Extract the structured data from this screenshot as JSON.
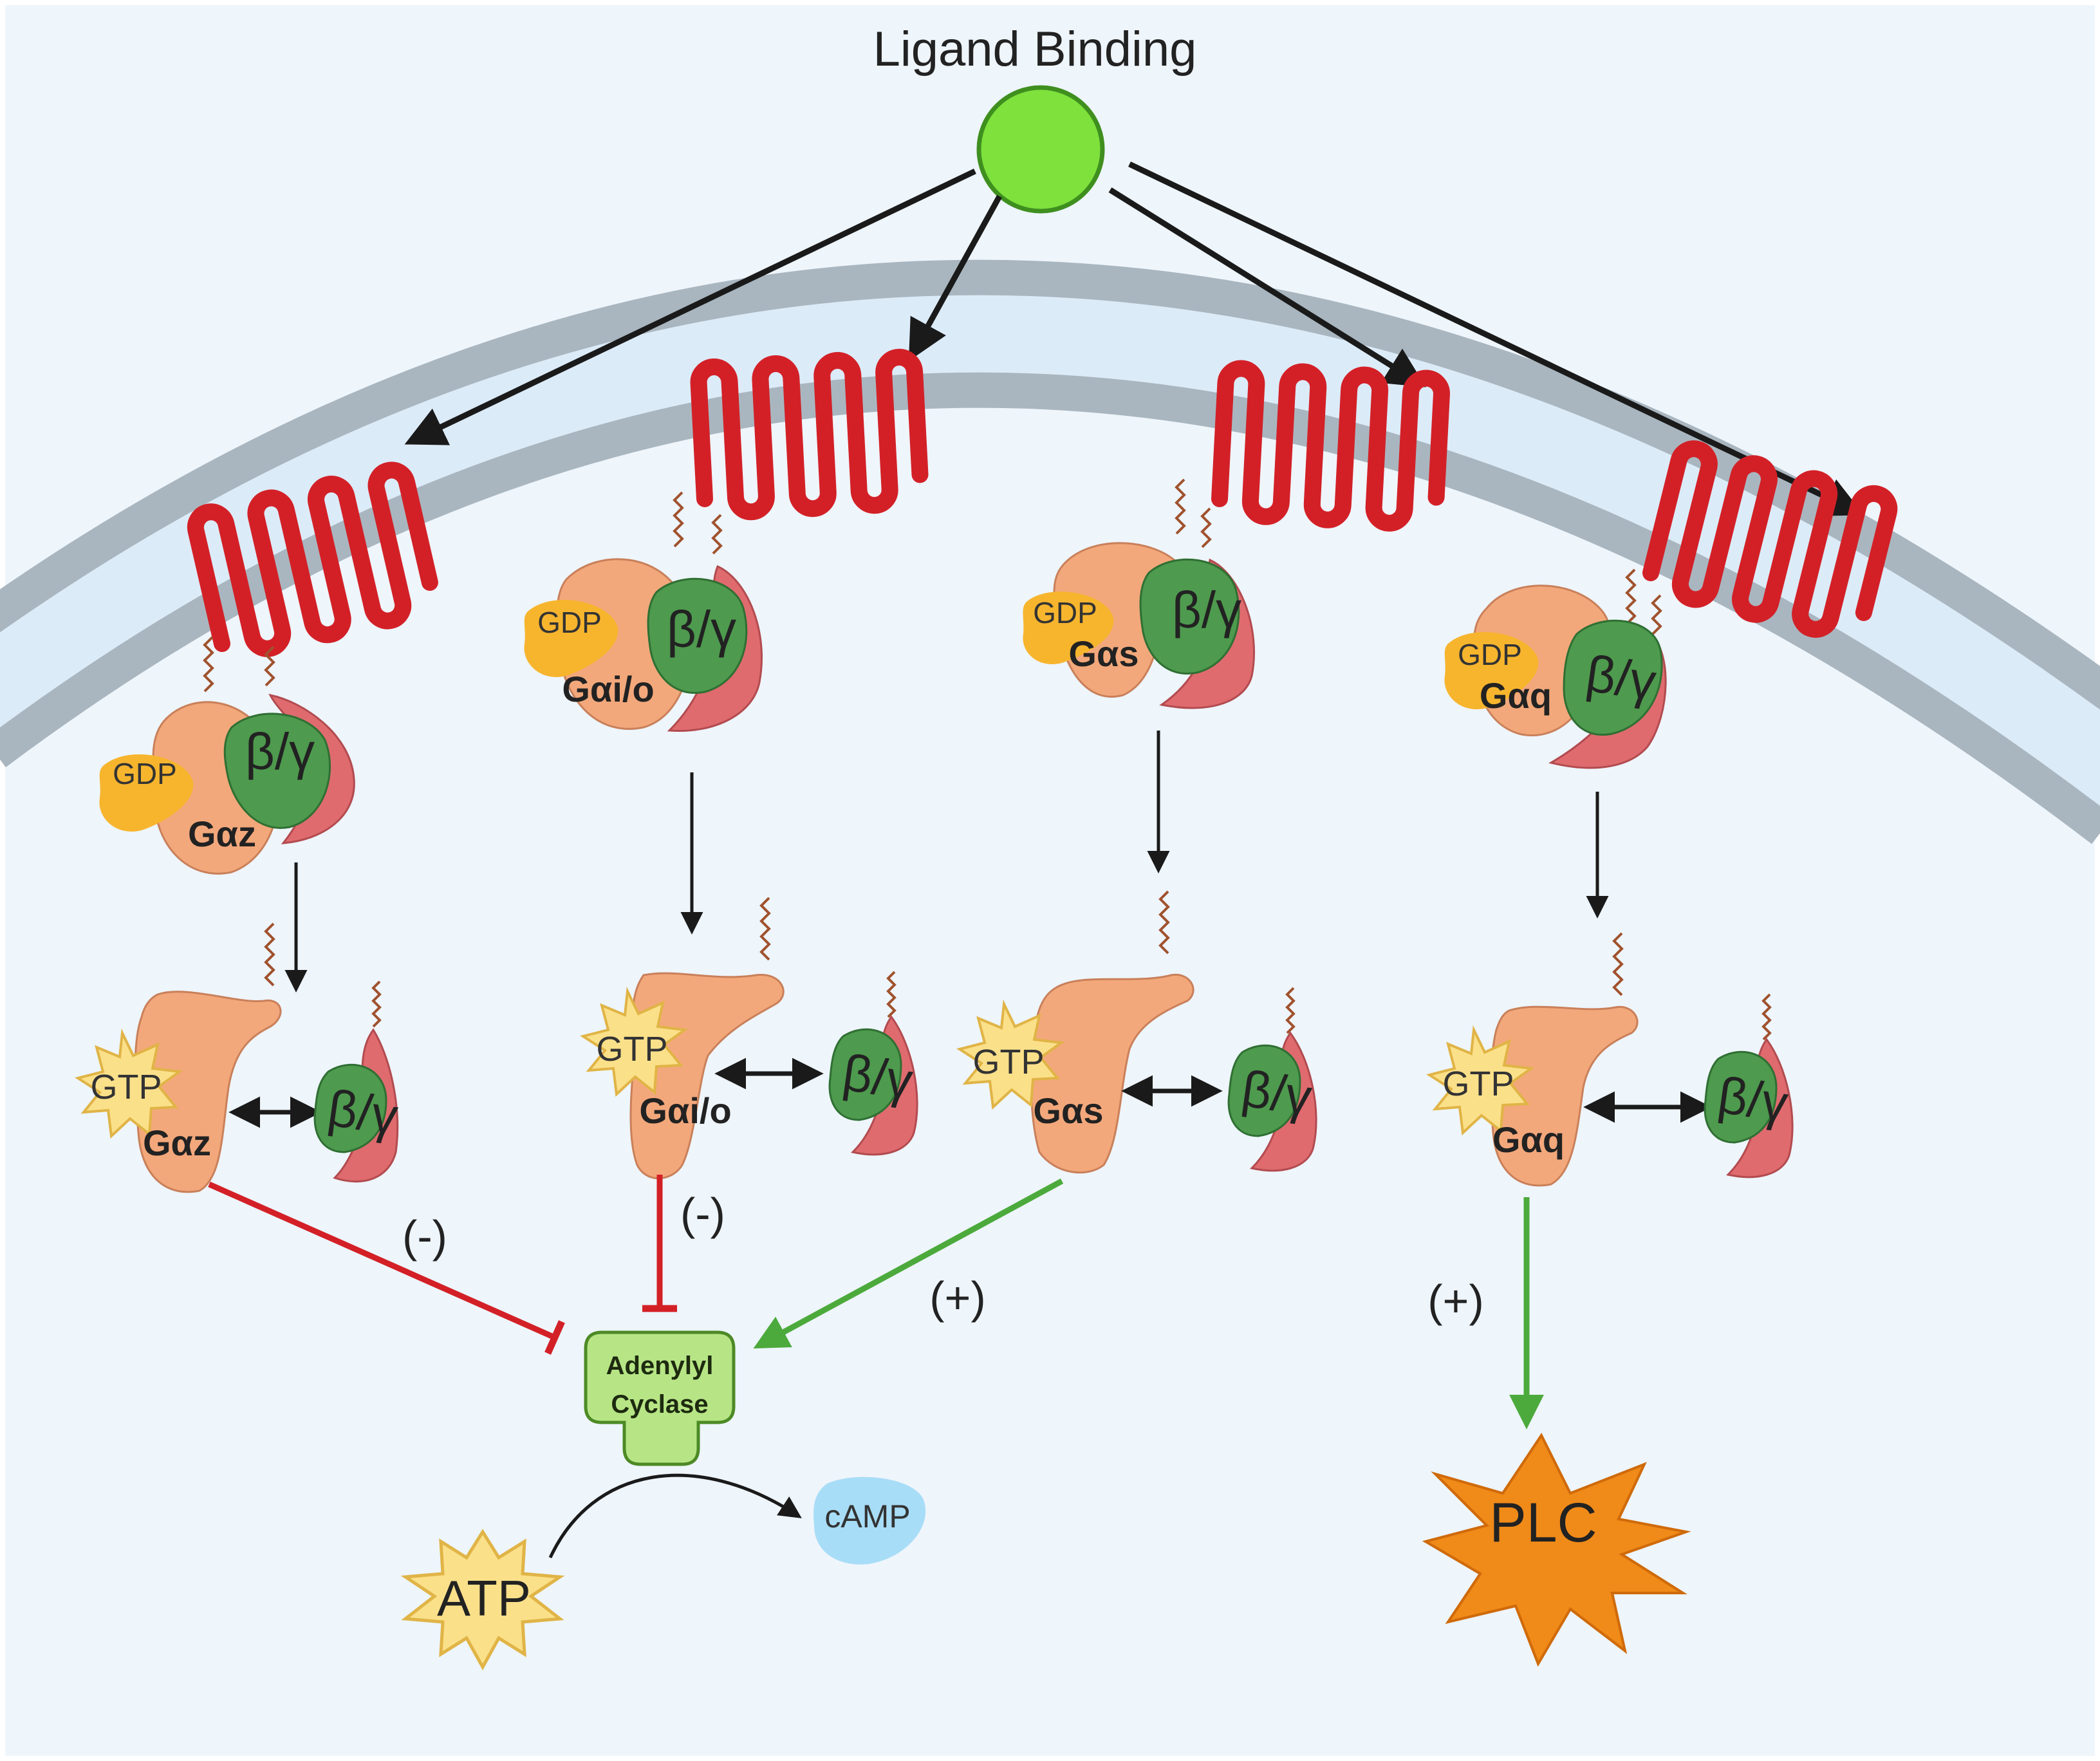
{
  "title": "Ligand Binding",
  "colors": {
    "background": "#eef5fb",
    "membrane_outer": "#a9b6bf",
    "membrane_inner": "#dcebf8",
    "receptor": "#d32027",
    "ligand": "#7ee13c",
    "g_alpha": "#f3a87b",
    "gdp": "#f7b52e",
    "gtp": "#fbe08a",
    "beta": "#4e9a4e",
    "gamma": "#df6b6f",
    "inhibition": "#d32027",
    "activation": "#4caa3c",
    "adenylyl_cyclase": "#b7e585",
    "camp": "#a8ddf7",
    "plc": "#f08a18"
  },
  "complexes": [
    {
      "gdp": "GDP",
      "alpha": "Gαz",
      "beta_gamma": "β/γ"
    },
    {
      "gdp": "GDP",
      "alpha": "Gαi/o",
      "beta_gamma": "β/γ"
    },
    {
      "gdp": "GDP",
      "alpha": "Gαs",
      "beta_gamma": "β/γ"
    },
    {
      "gdp": "GDP",
      "alpha": "Gαq",
      "beta_gamma": "β/γ"
    }
  ],
  "active": [
    {
      "gtp": "GTP",
      "alpha": "Gαz",
      "beta_gamma": "β/γ"
    },
    {
      "gtp": "GTP",
      "alpha": "Gαi/o",
      "beta_gamma": "β/γ"
    },
    {
      "gtp": "GTP",
      "alpha": "Gαs",
      "beta_gamma": "β/γ"
    },
    {
      "gtp": "GTP",
      "alpha": "Gαq",
      "beta_gamma": "β/γ"
    }
  ],
  "effects": {
    "z_sign": "(-)",
    "io_sign": "(-)",
    "s_sign": "(+)",
    "q_sign": "(+)"
  },
  "adenylyl_cyclase": {
    "line1": "Adenylyl",
    "line2": "Cyclase"
  },
  "atp": "ATP",
  "camp": "cAMP",
  "plc": "PLC"
}
